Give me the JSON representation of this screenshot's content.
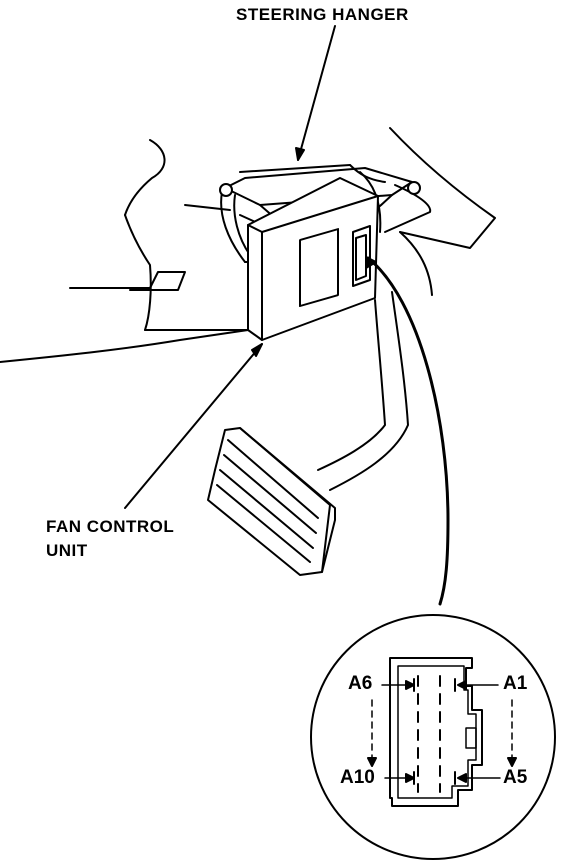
{
  "labels": {
    "steering_hanger": "STEERING HANGER",
    "fan_control_line1": "FAN CONTROL",
    "fan_control_line2": "UNIT"
  },
  "connector": {
    "pins": {
      "a6": "A6",
      "a1": "A1",
      "a10": "A10",
      "a5": "A5"
    }
  },
  "colors": {
    "ink": "#000000",
    "paper": "#ffffff"
  }
}
